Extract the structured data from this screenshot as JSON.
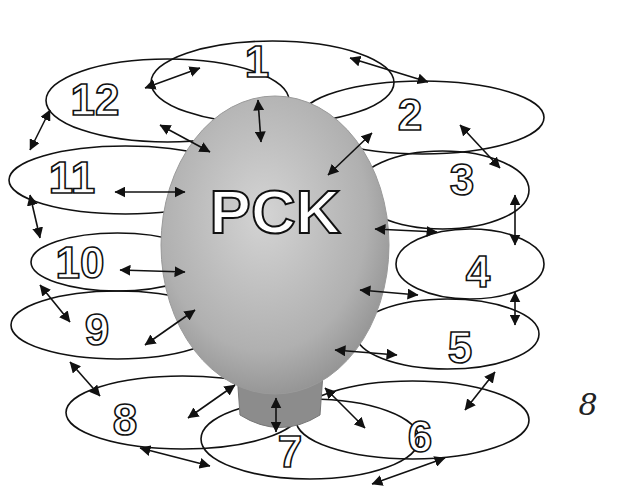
{
  "diagram": {
    "nodes": [
      {
        "text": [
          "1"
        ]
      },
      {
        "text": [
          "2"
        ]
      },
      {
        "text": [
          "3"
        ]
      },
      {
        "text": [
          "4"
        ]
      },
      {
        "text": [
          "5"
        ]
      },
      {
        "text": [
          "6"
        ]
      },
      {
        "text": [
          "7"
        ]
      },
      {
        "text": [
          "8"
        ]
      },
      {
        "text": [
          "9"
        ]
      },
      {
        "text": [
          "10"
        ]
      },
      {
        "text": [
          "11"
        ]
      },
      {
        "text": [
          "12"
        ]
      },
      {
        "text": [
          "PCK"
        ]
      }
    ],
    "edges": [
      {
        "from": 12,
        "to": 0,
        "arrow": "both"
      },
      {
        "from": 12,
        "to": 1,
        "arrow": "both"
      },
      {
        "from": 12,
        "to": 2,
        "arrow": "both"
      },
      {
        "from": 12,
        "to": 3,
        "arrow": "both"
      },
      {
        "from": 12,
        "to": 4,
        "arrow": "both"
      },
      {
        "from": 12,
        "to": 5,
        "arrow": "both"
      },
      {
        "from": 12,
        "to": 6,
        "arrow": "both"
      },
      {
        "from": 12,
        "to": 7,
        "arrow": "both"
      },
      {
        "from": 12,
        "to": 8,
        "arrow": "both"
      },
      {
        "from": 12,
        "to": 9,
        "arrow": "both"
      },
      {
        "from": 12,
        "to": 10,
        "arrow": "both"
      },
      {
        "from": 12,
        "to": 11,
        "arrow": "both"
      },
      {
        "from": 0,
        "to": 1,
        "arrow": "both"
      },
      {
        "from": 1,
        "to": 2,
        "arrow": "both"
      },
      {
        "from": 2,
        "to": 3,
        "arrow": "both"
      },
      {
        "from": 3,
        "to": 4,
        "arrow": "both"
      },
      {
        "from": 4,
        "to": 5,
        "arrow": "both"
      },
      {
        "from": 5,
        "to": 6,
        "arrow": "both"
      },
      {
        "from": 6,
        "to": 7,
        "arrow": "both"
      },
      {
        "from": 7,
        "to": 8,
        "arrow": "both"
      },
      {
        "from": 8,
        "to": 9,
        "arrow": "both"
      },
      {
        "from": 9,
        "to": 10,
        "arrow": "both"
      },
      {
        "from": 10,
        "to": 11,
        "arrow": "both"
      },
      {
        "from": 11,
        "to": 0,
        "arrow": "both"
      }
    ],
    "labels": [
      "8"
    ]
  }
}
